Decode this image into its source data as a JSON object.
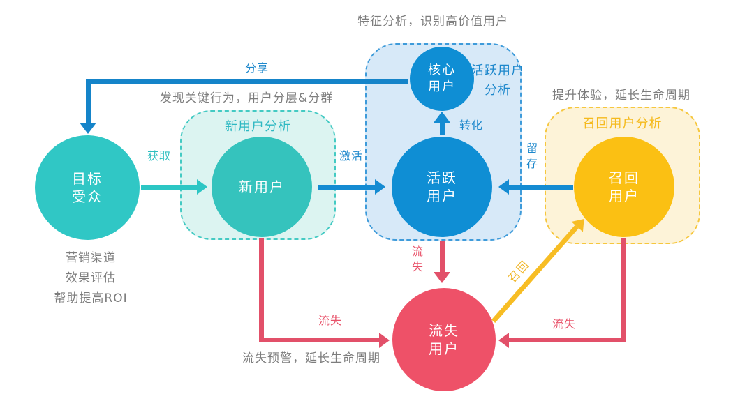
{
  "notes": {
    "top": "特征分析，识别高价值用户",
    "behavior": "发现关键行为，用户分层&分群",
    "experience": "提升体验，延长生命周期",
    "marketing": [
      "营销渠道",
      "效果评估",
      "帮助提高ROI"
    ],
    "churn_warning": "流失预警，延长生命周期"
  },
  "boxes": {
    "new_user_analysis": {
      "label": "新用户分析",
      "fill": "#dcf4f1",
      "border": "#43cac3",
      "label_color": "#2eb8c2"
    },
    "active_user_analysis": {
      "label_line1": "活跃用户",
      "label_line2": "分析",
      "fill": "#d7e9f8",
      "border": "#3e9bda",
      "label_color": "#1e88cc"
    },
    "recall_user_analysis": {
      "label": "召回用户分析",
      "fill": "#fdf3d8",
      "border": "#f6c73e",
      "label_color": "#f5ba1d"
    }
  },
  "circles": {
    "target_audience": {
      "label_line1": "目标",
      "label_line2": "受众",
      "color": "#30c7c5"
    },
    "new_user": {
      "label": "新用户",
      "color": "#35c3bd"
    },
    "active_user": {
      "label_line1": "活跃",
      "label_line2": "用户",
      "color": "#0f8ed4"
    },
    "core_user": {
      "label_line1": "核心",
      "label_line2": "用户",
      "color": "#0f8ed4"
    },
    "recall_user": {
      "label_line1": "召回",
      "label_line2": "用户",
      "color": "#fbc013"
    },
    "churn_user": {
      "label_line1": "流失",
      "label_line2": "用户",
      "color": "#ee5168"
    }
  },
  "arrows": {
    "share": {
      "label": "分享",
      "color": "#1584c9"
    },
    "acquire": {
      "label": "获取",
      "color": "#2cc6c4"
    },
    "activate": {
      "label": "激活",
      "color": "#148bd2"
    },
    "convert": {
      "label": "转化",
      "color": "#148bd2"
    },
    "retain": {
      "label": "留存",
      "color": "#148bd2"
    },
    "churn_from_active": {
      "label": "流失",
      "color": "#e25069"
    },
    "churn_from_new": {
      "label": "流失",
      "color": "#e25069"
    },
    "churn_from_recall": {
      "label": "流失",
      "color": "#e25069"
    },
    "recall": {
      "label": "召回",
      "color": "#f7bd24"
    }
  },
  "colors": {
    "blue_circle": "#0f8ed4",
    "teal_circle": "#30c7c5",
    "yellow_circle": "#fbc013",
    "red_circle": "#ee5168",
    "blue_arrow": "#148bd2",
    "teal_arrow": "#2cc6c4",
    "red_arrow": "#e25069",
    "yellow_arrow": "#f7bd24",
    "note_gray": "#7d7d7d"
  }
}
